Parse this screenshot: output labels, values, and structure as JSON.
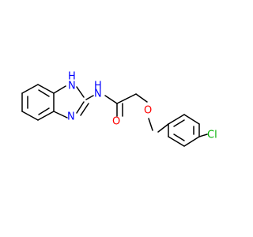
{
  "colors": {
    "background": "#ffffff",
    "bond": "#000000",
    "nitrogen": "#0000ff",
    "oxygen": "#ff0000",
    "chlorine": "#00b000",
    "carbon": "#000000"
  },
  "atoms": {
    "n1": {
      "symbol": "N",
      "hydrogen": "H"
    },
    "n3": {
      "symbol": "N"
    },
    "n_amide": {
      "symbol": "N",
      "hydrogen": "H"
    },
    "o_carbonyl": {
      "symbol": "O"
    },
    "o_ether": {
      "symbol": "O"
    },
    "cl": {
      "symbol": "Cl"
    }
  }
}
